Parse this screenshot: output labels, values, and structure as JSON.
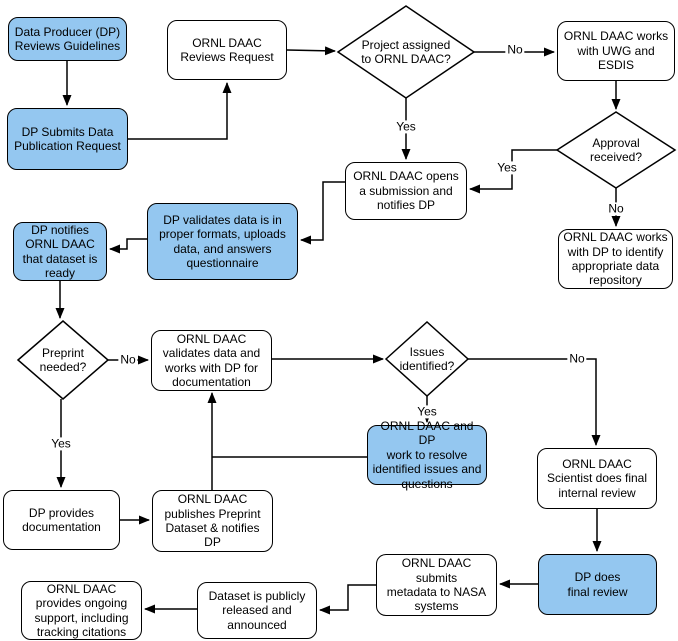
{
  "colors": {
    "highlight_fill": "#94C7F0",
    "default_fill": "#FFFFFF",
    "stroke": "#000000"
  },
  "labels": {
    "yes": "Yes",
    "no": "No"
  },
  "nodes": {
    "dp_reviews_guidelines": "Data Producer (DP)\nReviews Guidelines",
    "dp_submits_request": "DP Submits Data\nPublication Request",
    "daac_reviews_request": "ORNL DAAC\nReviews Request",
    "project_assigned": "Project assigned\nto ORNL DAAC?",
    "works_uwg_esdis": "ORNL DAAC works\nwith UWG and\nESDIS",
    "approval_received": "Approval\nreceived?",
    "opens_submission": "ORNL DAAC opens\na submission and\nnotifies DP",
    "identify_repository": "ORNL DAAC works\nwith DP to identify\nappropriate data\nrepository",
    "dp_validates": "DP validates data is in\nproper formats, uploads\ndata, and answers\nquestionnaire",
    "dp_notifies_ready": "DP notifies\nORNL DAAC\nthat dataset is\nready",
    "preprint_needed": "Preprint\nneeded?",
    "daac_validates_doc": "ORNL DAAC\nvalidates data and\nworks with DP for\ndocumentation",
    "issues_identified": "Issues\nidentified?",
    "resolve_issues": "ORNL DAAC and DP\nwork to resolve\nidentified issues and\nquestions",
    "scientist_review": "ORNL DAAC\nScientist does final\ninternal review",
    "dp_provides_doc": "DP provides\ndocumentation",
    "publishes_preprint": "ORNL DAAC\npublishes Preprint\nDataset & notifies DP",
    "ongoing_support": "ORNL DAAC\nprovides ongoing\nsupport, including\ntracking citations",
    "publicly_released": "Dataset is publicly\nreleased and\nannounced",
    "submits_metadata": "ORNL DAAC submits\nmetadata to NASA\nsystems",
    "dp_final_review": "DP does\nfinal review"
  }
}
